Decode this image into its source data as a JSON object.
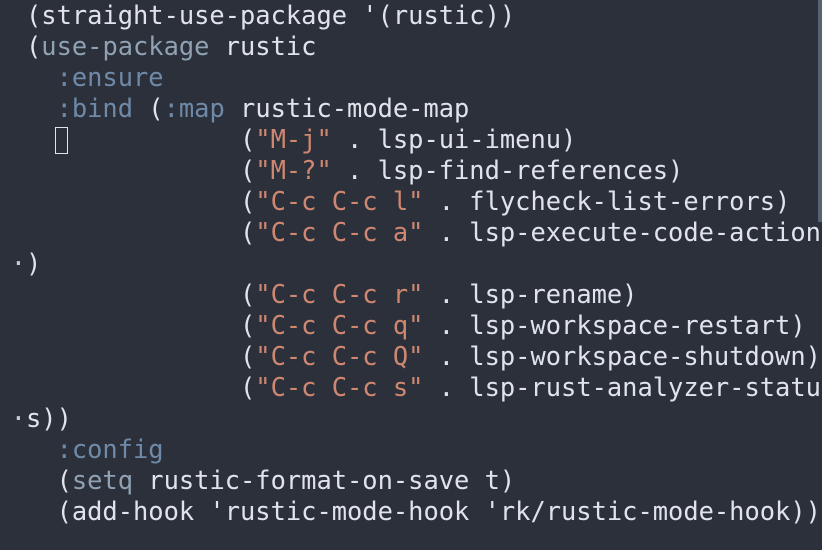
{
  "editor": {
    "lines": [
      {
        "parts": [
          {
            "t": "(straight-use-package '(rustic))",
            "c": ""
          }
        ]
      },
      {
        "parts": [
          {
            "t": "(",
            "c": ""
          },
          {
            "t": "use-package",
            "c": "kw"
          },
          {
            "t": " rustic",
            "c": ""
          }
        ]
      },
      {
        "parts": [
          {
            "t": "  ",
            "c": ""
          },
          {
            "t": ":ensure",
            "c": "kwd"
          }
        ]
      },
      {
        "parts": [
          {
            "t": "  ",
            "c": ""
          },
          {
            "t": ":bind",
            "c": "kwd"
          },
          {
            "t": " (",
            "c": ""
          },
          {
            "t": ":map",
            "c": "kwd"
          },
          {
            "t": " rustic-mode-map",
            "c": ""
          }
        ]
      },
      {
        "parts": [
          {
            "t": "              (",
            "c": ""
          },
          {
            "t": "\"M-j\"",
            "c": "str"
          },
          {
            "t": " . lsp-ui-imenu)",
            "c": ""
          }
        ]
      },
      {
        "parts": [
          {
            "t": "              (",
            "c": ""
          },
          {
            "t": "\"M-?\"",
            "c": "str"
          },
          {
            "t": " . lsp-find-references)",
            "c": ""
          }
        ]
      },
      {
        "parts": [
          {
            "t": "              (",
            "c": ""
          },
          {
            "t": "\"C-c C-c l\"",
            "c": "str"
          },
          {
            "t": " . flycheck-list-errors)",
            "c": ""
          }
        ]
      },
      {
        "parts": [
          {
            "t": "              (",
            "c": ""
          },
          {
            "t": "\"C-c C-c a\"",
            "c": "str"
          },
          {
            "t": " . lsp-execute-code-action",
            "c": ""
          }
        ]
      },
      {
        "continuation": true,
        "parts": [
          {
            "t": ")",
            "c": ""
          }
        ]
      },
      {
        "parts": [
          {
            "t": "              (",
            "c": ""
          },
          {
            "t": "\"C-c C-c r\"",
            "c": "str"
          },
          {
            "t": " . lsp-rename)",
            "c": ""
          }
        ]
      },
      {
        "parts": [
          {
            "t": "              (",
            "c": ""
          },
          {
            "t": "\"C-c C-c q\"",
            "c": "str"
          },
          {
            "t": " . lsp-workspace-restart)",
            "c": ""
          }
        ]
      },
      {
        "parts": [
          {
            "t": "              (",
            "c": ""
          },
          {
            "t": "\"C-c C-c Q\"",
            "c": "str"
          },
          {
            "t": " . lsp-workspace-shutdown)",
            "c": ""
          }
        ]
      },
      {
        "parts": [
          {
            "t": "              (",
            "c": ""
          },
          {
            "t": "\"C-c C-c s\"",
            "c": "str"
          },
          {
            "t": " . lsp-rust-analyzer-statu",
            "c": ""
          }
        ]
      },
      {
        "continuation": true,
        "parts": [
          {
            "t": "s))",
            "c": ""
          }
        ]
      },
      {
        "parts": [
          {
            "t": "  ",
            "c": ""
          },
          {
            "t": ":config",
            "c": "kwd"
          }
        ]
      },
      {
        "parts": [
          {
            "t": "  (",
            "c": ""
          },
          {
            "t": "setq",
            "c": "kw"
          },
          {
            "t": " rustic-format-on-save t)",
            "c": ""
          }
        ]
      },
      {
        "parts": [
          {
            "t": "  (add-hook 'rustic-mode-hook 'rk/rustic-mode-hook))",
            "c": ""
          }
        ]
      }
    ],
    "wrap_indicator": "·"
  }
}
